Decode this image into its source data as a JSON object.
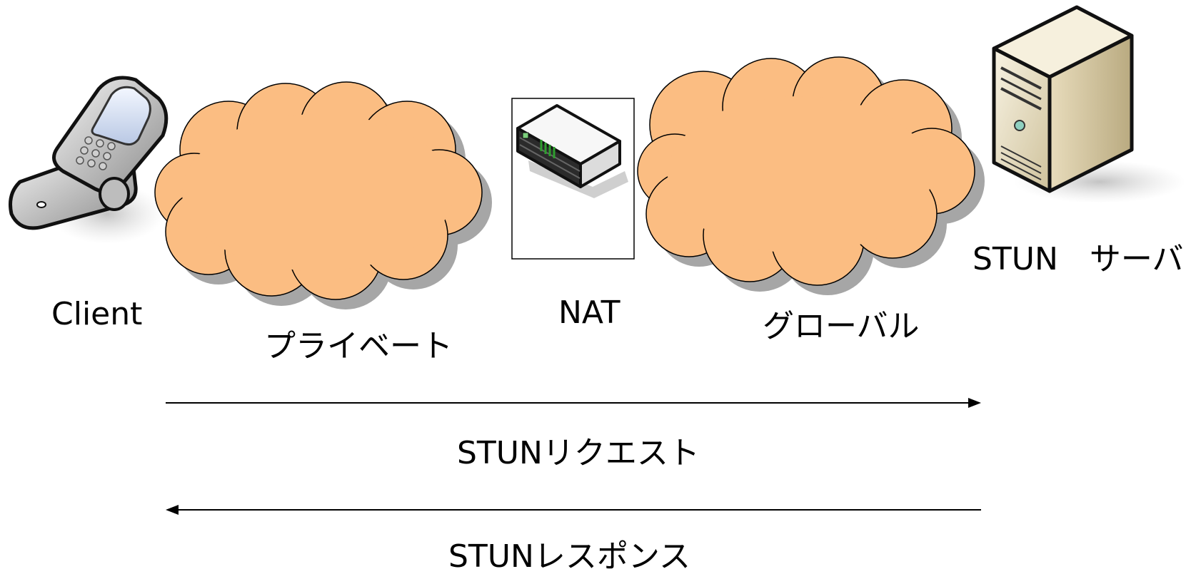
{
  "nodes": {
    "client": {
      "label": "Client",
      "icon": "mobile-phone-icon"
    },
    "private_network": {
      "label": "プライベート",
      "icon": "cloud-icon"
    },
    "nat": {
      "label": "NAT",
      "icon": "router-icon"
    },
    "global_network": {
      "label": "グローバル",
      "icon": "cloud-icon"
    },
    "stun_server": {
      "label": "STUN　サーバ",
      "icon": "server-tower-icon"
    }
  },
  "flows": {
    "request": {
      "label": "STUNリクエスト",
      "direction": "client-to-server"
    },
    "response": {
      "label": "STUNレスポンス",
      "direction": "server-to-client"
    }
  },
  "colors": {
    "cloud_fill": "#FBBD82",
    "cloud_shadow": "#A6A6A6",
    "line": "#000000",
    "router_led": "#2E9E2E"
  }
}
